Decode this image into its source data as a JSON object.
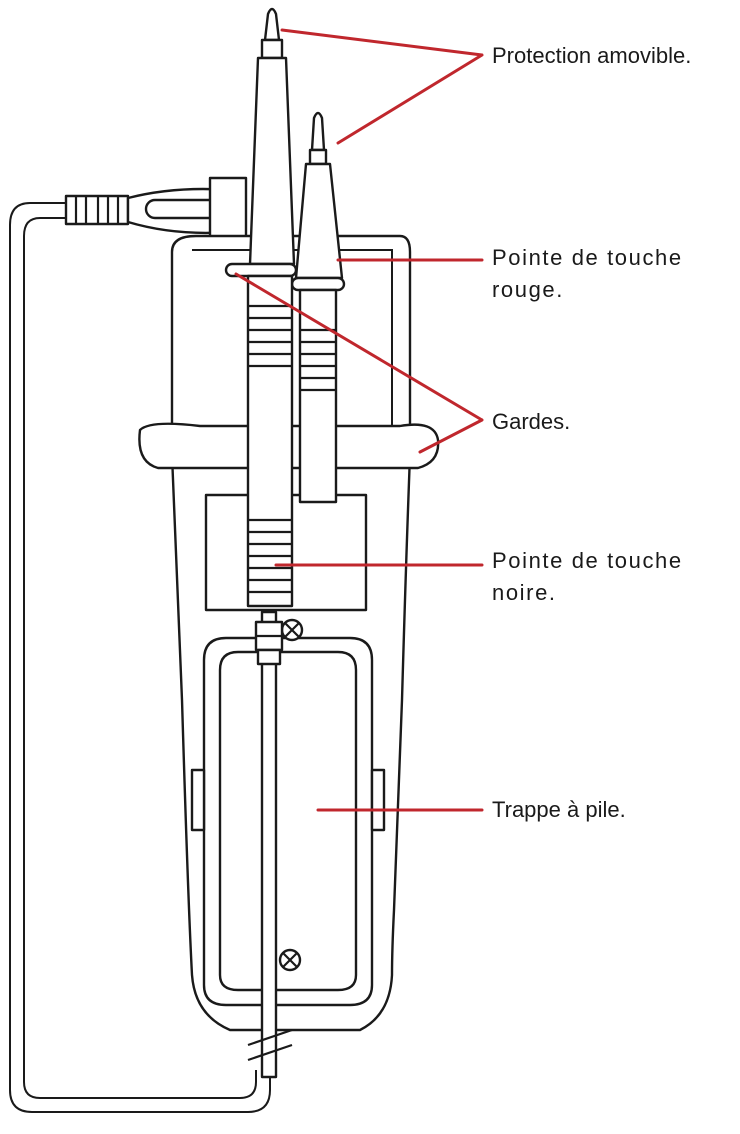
{
  "labels": {
    "protection": "Protection amovible.",
    "red_tip": "Pointe de touche rouge.",
    "guards": "Gardes.",
    "black_tip": "Pointe de touche noire.",
    "battery": "Trappe à pile."
  },
  "colors": {
    "leader": "#c0272d",
    "outline": "#1a1a1a",
    "fill": "#ffffff"
  }
}
